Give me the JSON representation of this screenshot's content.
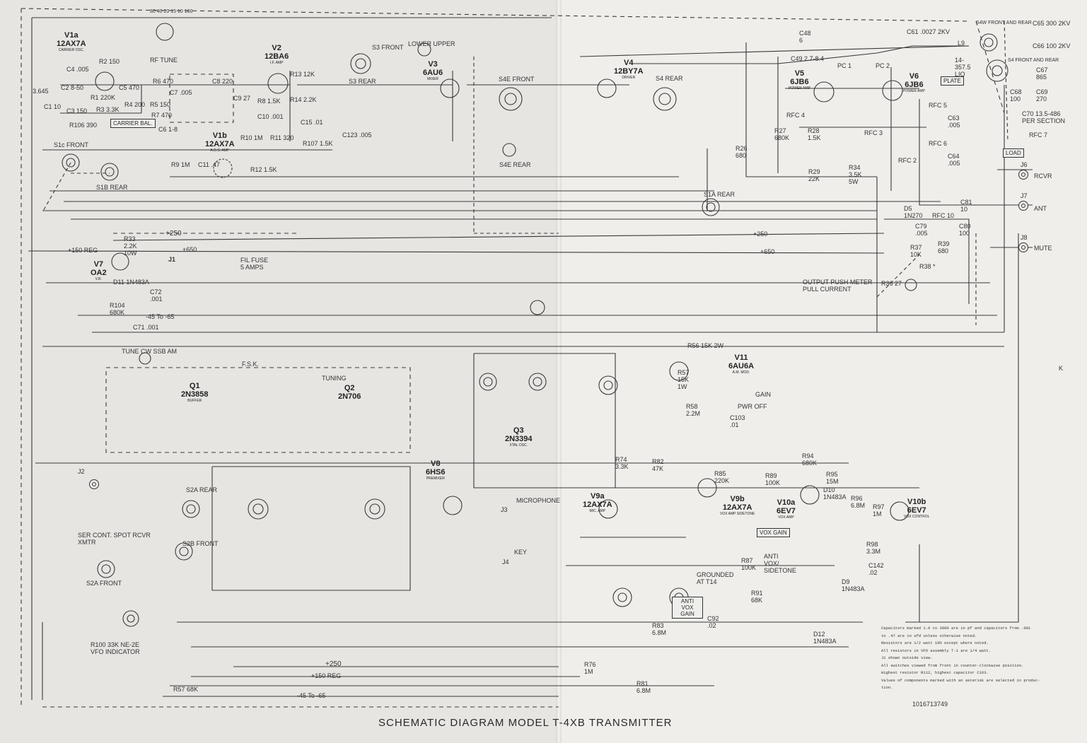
{
  "title": "SCHEMATIC DIAGRAM MODEL T-4XB TRANSMITTER",
  "doc_number": "1016713749",
  "notes": [
    "Capacitors marked 1.0 to 3000 are in pf and capacitors from .001",
    "to .47 are in ufd unless otherwise noted.",
    "Resistors are 1/2 watt 10% except where noted.",
    "All resistors in VFO assembly T-1 are 1/4 watt.",
    "J1 shown outside view.",
    "All switches viewed from front in counter-clockwise position.",
    "Highest resistor R112, highest capacitor C163.",
    "Values of components marked with an asterisk are selected in produc-",
    "tion."
  ],
  "tubes": {
    "v1a": {
      "ref": "V1a",
      "type": "12AX7A",
      "func": "CARRIER OSC."
    },
    "v1b": {
      "ref": "V1b",
      "type": "12AX7A",
      "func": "A.G.C. AMP"
    },
    "v2": {
      "ref": "V2",
      "type": "12BA6",
      "func": "I.F. AMP"
    },
    "v3": {
      "ref": "V3",
      "type": "6AU6",
      "func": "MIXER"
    },
    "v4": {
      "ref": "V4",
      "type": "12BY7A",
      "func": "DRIVER"
    },
    "v5": {
      "ref": "V5",
      "type": "6JB6",
      "func": "POWER AMP"
    },
    "v6": {
      "ref": "V6",
      "type": "6JB6",
      "func": "POWER AMP"
    },
    "v7": {
      "ref": "V7",
      "type": "OA2",
      "func": "V.R."
    },
    "v8": {
      "ref": "V8",
      "type": "6HS6",
      "func": "PREMIXER"
    },
    "v9a": {
      "ref": "V9a",
      "type": "12AX7A",
      "func": "MIC. AMP"
    },
    "v9b": {
      "ref": "V9b",
      "type": "12AX7A",
      "func": "VOX AMP SIDETONE"
    },
    "v10a": {
      "ref": "V10a",
      "type": "6EV7",
      "func": "VOX AMP"
    },
    "v10b": {
      "ref": "V10b",
      "type": "6EV7",
      "func": "VOX CONTROL"
    },
    "v11": {
      "ref": "V11",
      "type": "6AU6A",
      "func": "A.M. MOD."
    }
  },
  "transistors": {
    "q1": {
      "ref": "Q1",
      "type": "2N3858",
      "func": "BUFFER"
    },
    "q2": {
      "ref": "Q2",
      "type": "2N706",
      "func": ""
    },
    "q3": {
      "ref": "Q3",
      "type": "2N3394",
      "func": "XTAL OSC."
    }
  },
  "controls": {
    "rf_tune": "RF TUNE",
    "rf_tune_bands": [
      "80",
      "40",
      "20",
      "15",
      "10",
      "160"
    ],
    "carrier_bal": "CARRIER BAL.",
    "plate": "PLATE",
    "load": "LOAD",
    "tuning": "TUNING",
    "gain": "GAIN",
    "pwr_off": "PWR OFF",
    "vox_gain": "VOX GAIN",
    "anti_vox_gain": "ANTI VOX GAIN",
    "anti_vox_sidetone": "ANTI VOX/ SIDETONE",
    "mode_switch": "TUNE CW SSB AM",
    "spot_switch": "SER CONT. SPOT RCVR XMTR",
    "meter_switch": "OUTPUT PUSH METER PULL CURRENT",
    "lower_upper": "LOWER UPPER",
    "fil_fuse": "FIL FUSE 5 AMPS",
    "vfo_indicator": "R100 33K NE-2E VFO INDICATOR",
    "grounded_at": "GROUNDED AT T14",
    "fsk": "F.S.K."
  },
  "connectors": {
    "j1": "J1",
    "j2": "J2",
    "j3": "J3",
    "j4": "J4",
    "j6": "J6",
    "j6_label": "RCVR",
    "j7": "J7",
    "j7_label": "ANT",
    "j8": "J8",
    "j8_label": "MUTE",
    "microphone": "MICROPHONE",
    "key": "KEY",
    "k": "K"
  },
  "switches": {
    "s1c": "S1c FRONT",
    "s1b": "S1B REAR",
    "s1a": "S1A REAR",
    "s2a_rear": "S2A REAR",
    "s2a_front": "S2A FRONT",
    "s2b": "S2B FRONT",
    "s3": "S3 FRONT",
    "s3_rear": "S3 REAR",
    "s4e": "S4E FRONT",
    "s4": "S4 REAR",
    "s4w": "S4W FRONT AND REAR",
    "s4_fr": "S4 FRONT AND REAR",
    "s4e_rear": "S4E REAR"
  },
  "supplies": {
    "p250_a": "+250",
    "p650_a": "+650",
    "p150reg_a": "+150 REG",
    "neg_a": "-45 To -65",
    "p250_b": "+250",
    "p650_b": "+650",
    "p250_c": "+250",
    "p150reg_c": "+150 REG",
    "neg_c": "-45 To -65"
  },
  "components": {
    "c1": "C1 10",
    "xtal": "3.645",
    "c2": "C2 8-50",
    "r1": "R1 220K",
    "c3": "C3 150",
    "r2": "R2 150",
    "c4": "C4 .005",
    "r3": "R3 3.3K",
    "r106": "R106 390",
    "c5": "C5 470",
    "r4": "R4 200",
    "r5": "R5 150",
    "r6": "R6 470",
    "r7": "R7 470",
    "c7": "C7 .005",
    "c6": "C6 1-8",
    "c8": "C8 220",
    "c9": "C9 27",
    "r8": "R8 1.5K",
    "c10": "C10 .001",
    "r9": "R9 1M",
    "c11": "C11 .47",
    "r10": "R10 1M",
    "r11": "R11 320",
    "r12": "R12 1.5K",
    "r13": "R13 12K",
    "r14": "R14 2.2K",
    "c15": "C15 .01",
    "r107": "R107 1.5K",
    "c123": "C123 .005",
    "c61": "C61 .0027 2KV",
    "l9": "L9",
    "l10": "14-357.5 LIO",
    "c65": "C65 300 2KV",
    "c66": "C66 100 2KV",
    "c67": "C67 865",
    "c68": "C68 100",
    "c69": "C69 270",
    "c70": "C70 13.5-486 PER SECTION",
    "rfc7": "RFC 7",
    "rfc5": "RFC 5",
    "rfc6": "RFC 6",
    "c63": "C63 .005",
    "c64": "C64 .005",
    "pc1": "PC 1",
    "pc2": "PC 2",
    "c48": "C48 6",
    "c49": "C49 2.7-8.4",
    "r26": "R26 680",
    "r27": "R27 680K",
    "r28": "R28 1.5K",
    "r29": "R29 22K",
    "r34": "R34 3.5K 5W",
    "rfc2": "RFC 2",
    "rfc3": "RFC 3",
    "rfc4": "RFC 4",
    "d5": "D5 1N270",
    "c81": "C81 10",
    "c80": "C80 100",
    "r39": "R39 680",
    "r37": "R37 10K",
    "r38": "R38 *",
    "r36": "R36 27",
    "c79": "C79 .005",
    "rfc10": "RFC 10",
    "r56": "R56 15K 2W",
    "r57": "R57 15K 1W",
    "r58": "R58 2.2M",
    "c103": "C103 .01",
    "r74": "R74 3.3K",
    "r82": "R82 47K",
    "r85": "R85 220K",
    "r89": "R89 100K",
    "r94": "R94 680K",
    "r95": "R95 15M",
    "d10": "D10 1N483A",
    "r96": "R96 6.8M",
    "r97": "R97 1M",
    "r98": "R98 3.3M",
    "c142": "C142 .02",
    "d9": "D9 1N483A",
    "d12": "D12 1N483A",
    "r91": "R91 68K",
    "r87": "R87 100K",
    "c92": "C92 .02",
    "r83": "R83 6.8M",
    "r76": "R76 1M",
    "r81": "R81 6.8M",
    "r57b": "R57 68K",
    "d11": "D11 1N483A",
    "r33": "R33 2.2K 10W",
    "r104": "R104 680K",
    "c71": "C71 .001",
    "c72": "C72 .001"
  }
}
